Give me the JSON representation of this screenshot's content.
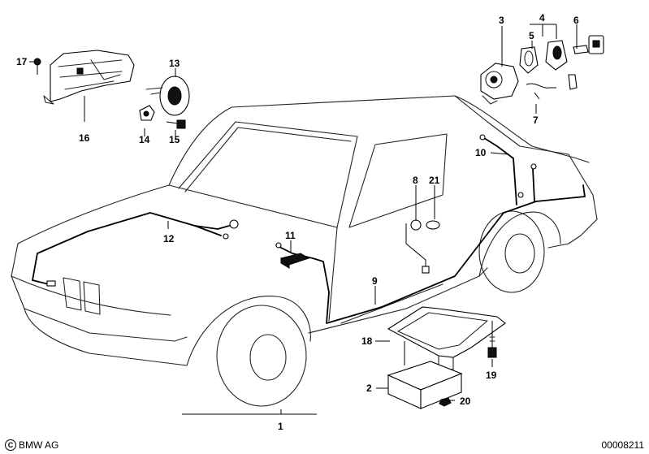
{
  "diagram": {
    "part_numbers": [
      "1",
      "2",
      "3",
      "4",
      "5",
      "6",
      "7",
      "8",
      "9",
      "10",
      "11",
      "12",
      "13",
      "14",
      "15",
      "16",
      "17",
      "18",
      "19",
      "20",
      "21"
    ]
  },
  "footer": {
    "copyright": "BMW AG",
    "document_number": "00008211"
  }
}
